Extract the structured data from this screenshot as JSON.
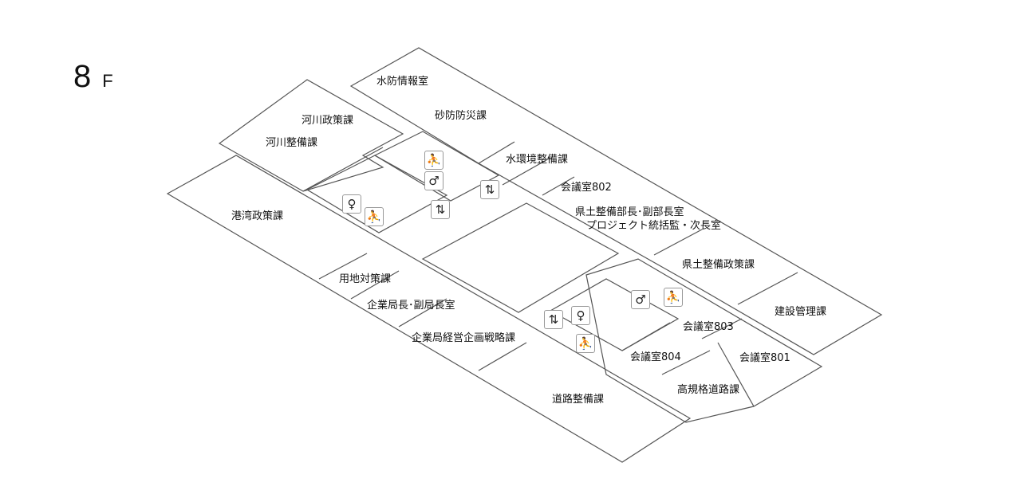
{
  "floor": {
    "number": "8",
    "unit": "F"
  },
  "rooms": [
    {
      "name": "水防情報室"
    },
    {
      "name": "砂防防災課"
    },
    {
      "name": "河川政策課"
    },
    {
      "name": "河川整備課"
    },
    {
      "name": "水環境整備課"
    },
    {
      "name": "会議室802"
    },
    {
      "name": "県土整備部長･副部長室"
    },
    {
      "name": "プロジェクト統括監・次長室"
    },
    {
      "name": "港湾政策課"
    },
    {
      "name": "県土整備政策課"
    },
    {
      "name": "建設管理課"
    },
    {
      "name": "用地対策課"
    },
    {
      "name": "企業局長･副局長室"
    },
    {
      "name": "企業局経営企画戦略課"
    },
    {
      "name": "会議室803"
    },
    {
      "name": "会議室804"
    },
    {
      "name": "会議室801"
    },
    {
      "name": "高規格道路課"
    },
    {
      "name": "道路整備課"
    }
  ],
  "icons": [
    "stairs-icon",
    "mens-restroom-icon",
    "elevator-icon",
    "womens-restroom-icon"
  ],
  "colors": {
    "line": "#555555",
    "background": "#ffffff"
  }
}
